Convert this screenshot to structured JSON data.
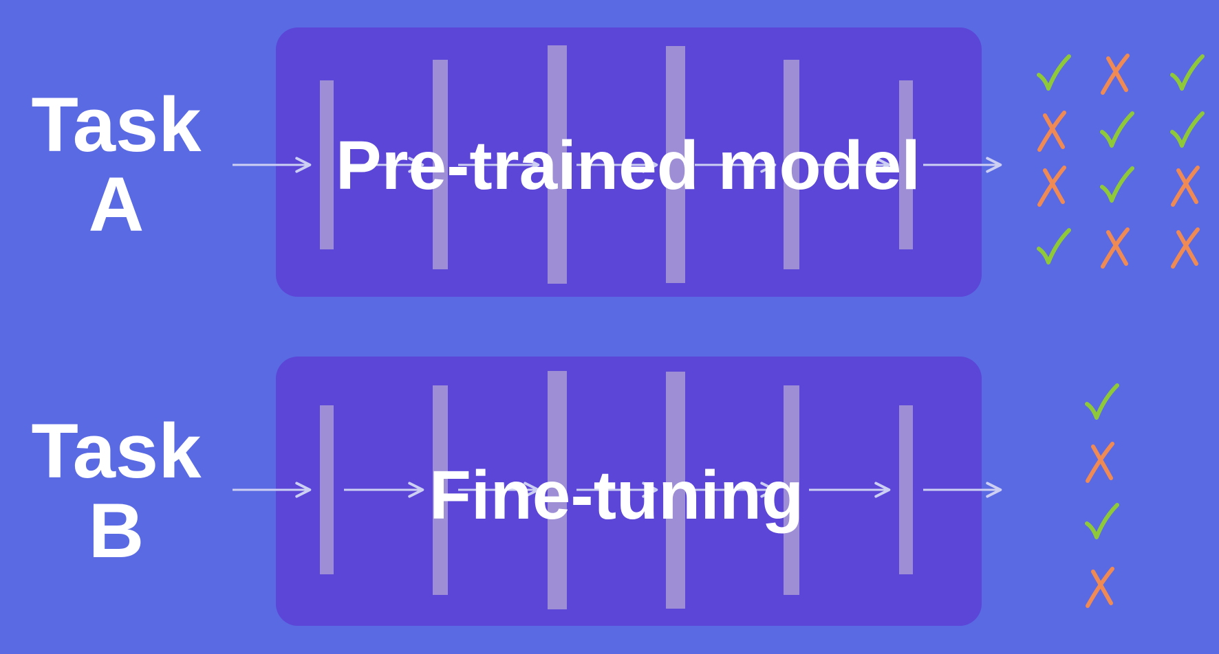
{
  "colors": {
    "background": "#5a6ae3",
    "panel": "#5b46d8",
    "layer_bar": "#9d8ed6",
    "arrow": "#cdd0f2",
    "text": "#ffffff",
    "check": "#8fc93a",
    "cross": "#f08a55"
  },
  "rows": [
    {
      "task_line1": "Task",
      "task_line2": "A",
      "model_label": "Pre-trained model",
      "outputs": [
        [
          "check",
          "cross",
          "check"
        ],
        [
          "cross",
          "check",
          "check"
        ],
        [
          "cross",
          "check",
          "cross"
        ],
        [
          "check",
          "cross",
          "cross"
        ]
      ]
    },
    {
      "task_line1": "Task",
      "task_line2": "B",
      "model_label": "Fine-tuning",
      "outputs": [
        [
          "check"
        ],
        [
          "cross"
        ],
        [
          "check"
        ],
        [
          "cross"
        ]
      ]
    }
  ],
  "icons": {
    "check": "check-icon",
    "cross": "cross-icon"
  }
}
